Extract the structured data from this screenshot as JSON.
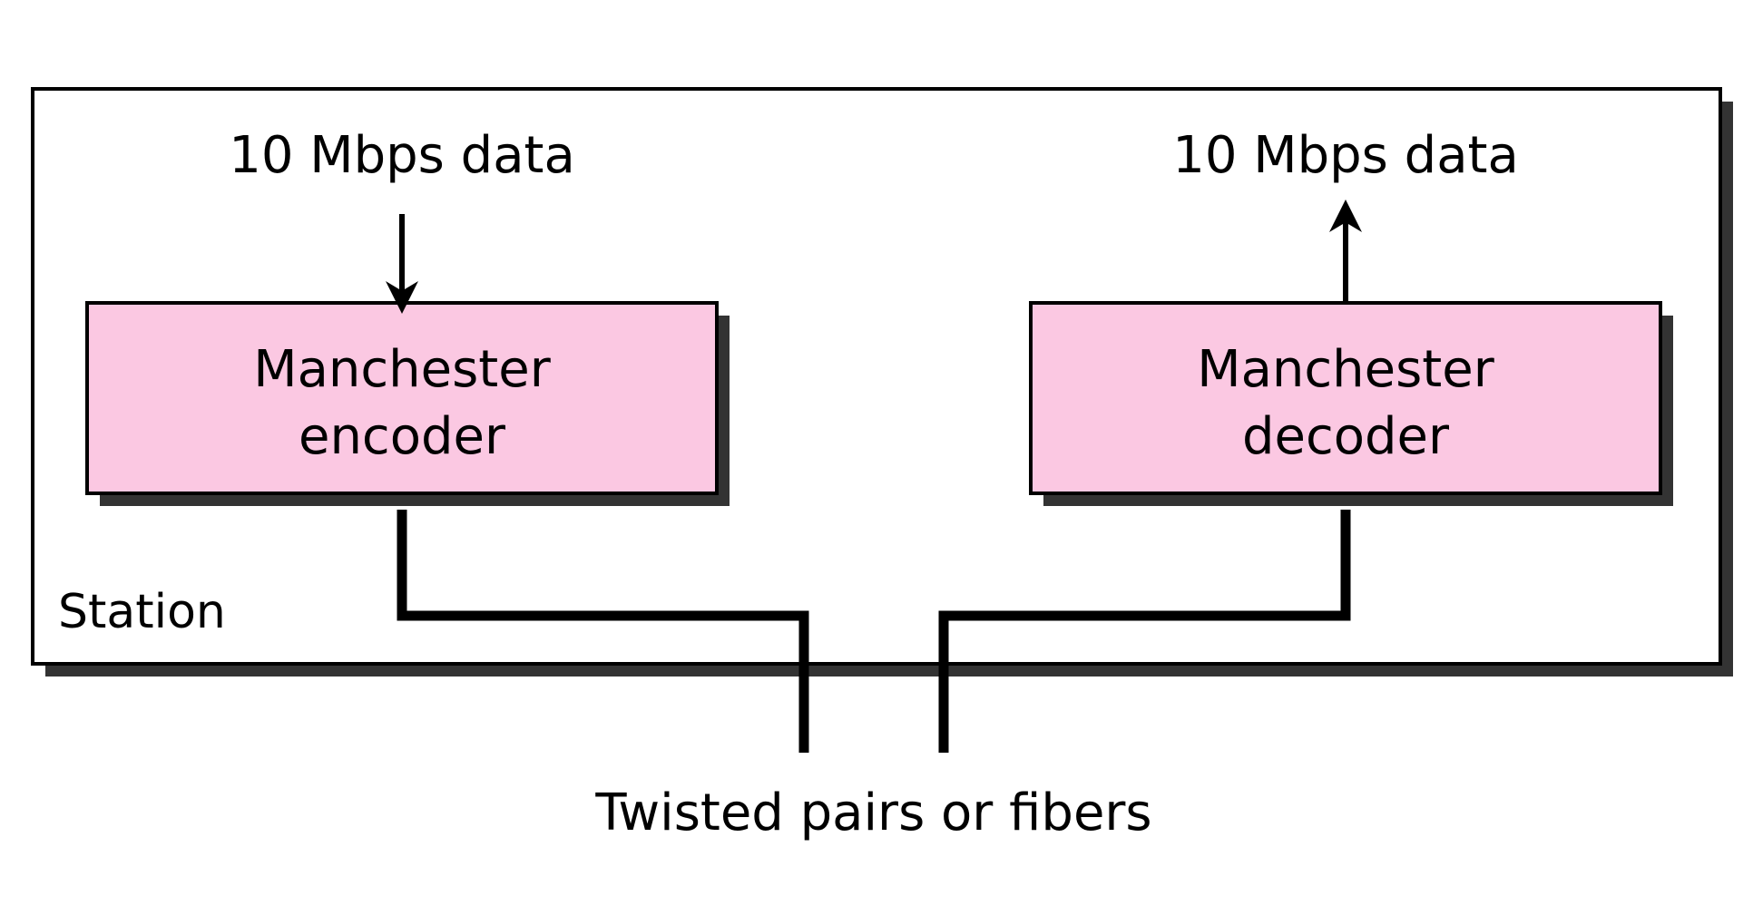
{
  "station": {
    "label": "Station"
  },
  "encoder": {
    "line1": "Manchester",
    "line2": "encoder",
    "input_label": "10 Mbps data"
  },
  "decoder": {
    "line1": "Manchester",
    "line2": "decoder",
    "output_label": "10 Mbps data"
  },
  "medium": {
    "label": "Twisted pairs or fibers"
  },
  "colors": {
    "box_fill": "#fbc8e2",
    "shadow": "#333333",
    "stroke": "#000000",
    "background": "#ffffff"
  }
}
